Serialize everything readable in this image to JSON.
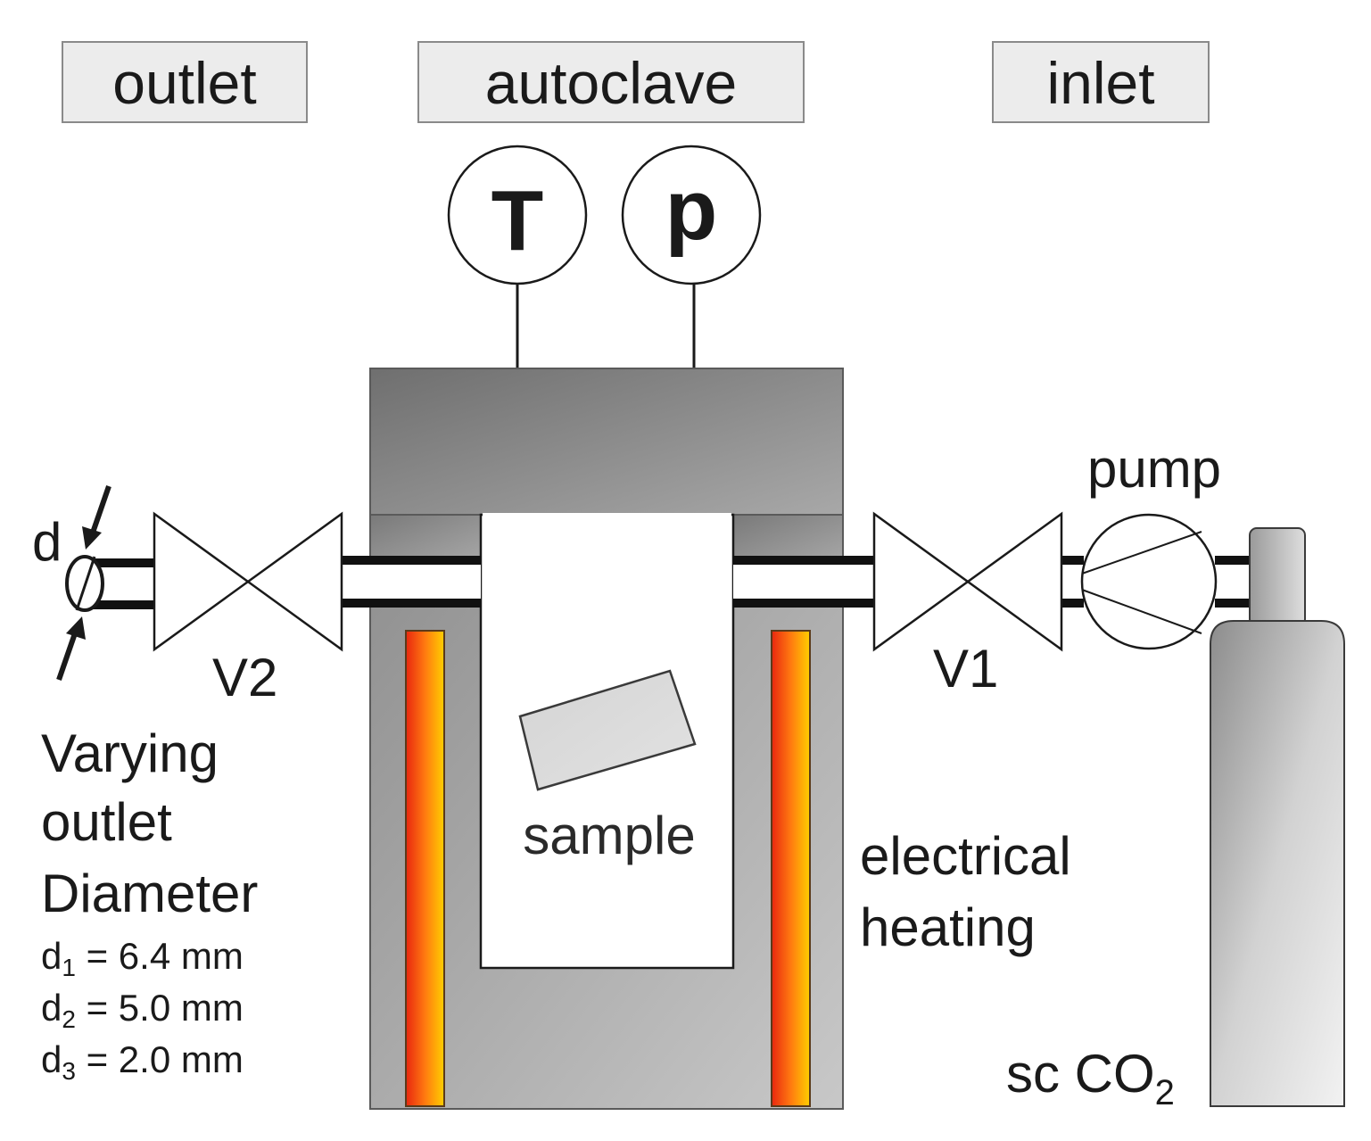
{
  "headers": {
    "outlet": "outlet",
    "autoclave": "autoclave",
    "inlet": "inlet"
  },
  "gauges": {
    "temperature": "T",
    "pressure": "p"
  },
  "valves": {
    "v1": "V1",
    "v2": "V2"
  },
  "labels": {
    "pump": "pump",
    "sample": "sample",
    "heating_line1": "electrical",
    "heating_line2": "heating",
    "d_marker": "d",
    "co2_prefix": "sc CO",
    "co2_sub": "2"
  },
  "outlet_info": {
    "line1": "Varying",
    "line2": "outlet",
    "line3": "Diameter",
    "diameters": [
      {
        "sym": "d",
        "sub": "1",
        "value": " = 6.4 mm"
      },
      {
        "sym": "d",
        "sub": "2",
        "value": " = 5.0 mm"
      },
      {
        "sym": "d",
        "sub": "3",
        "value": " = 2.0 mm"
      }
    ]
  },
  "colors": {
    "lid": "#8a8a8a",
    "body": "#a9a9a9",
    "heater_outer": "#ee3a12",
    "heater_inner": "#ffc400",
    "header_bg": "#ececec",
    "cylinder": "#c4c4c4"
  }
}
